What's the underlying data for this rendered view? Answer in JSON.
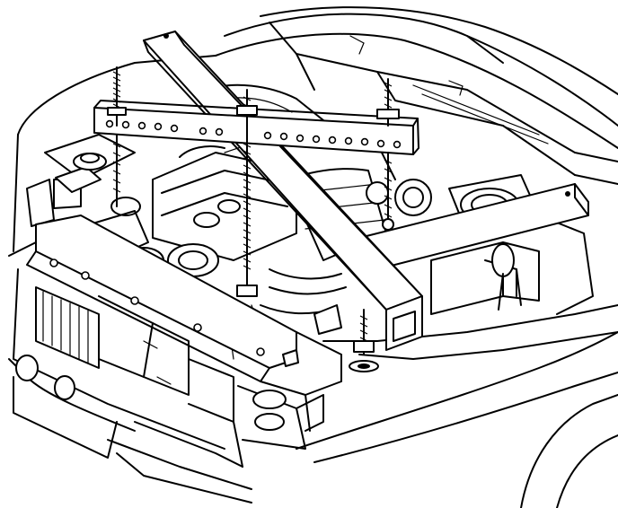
{
  "figure": {
    "background_color": "#ffffff",
    "line_color": "#000000",
    "parts": [
      {
        "id": "hood-and-windshield",
        "icon": "hood-outline"
      },
      {
        "id": "fender",
        "icon": "fender-outline"
      },
      {
        "id": "front-bumper",
        "icon": "bumper-outline"
      },
      {
        "id": "radiator-support",
        "icon": "support-bar"
      },
      {
        "id": "engine-block",
        "icon": "engine-outline"
      },
      {
        "id": "support-fixture-crossbar",
        "icon": "perforated-bar"
      },
      {
        "id": "support-fixture-diagonal-rail",
        "icon": "square-tube"
      },
      {
        "id": "support-fixture-rear-rail",
        "icon": "square-tube"
      },
      {
        "id": "threaded-lift-rods",
        "icon": "threaded-rod"
      },
      {
        "id": "support-foot",
        "icon": "adjustable-foot"
      }
    ]
  }
}
